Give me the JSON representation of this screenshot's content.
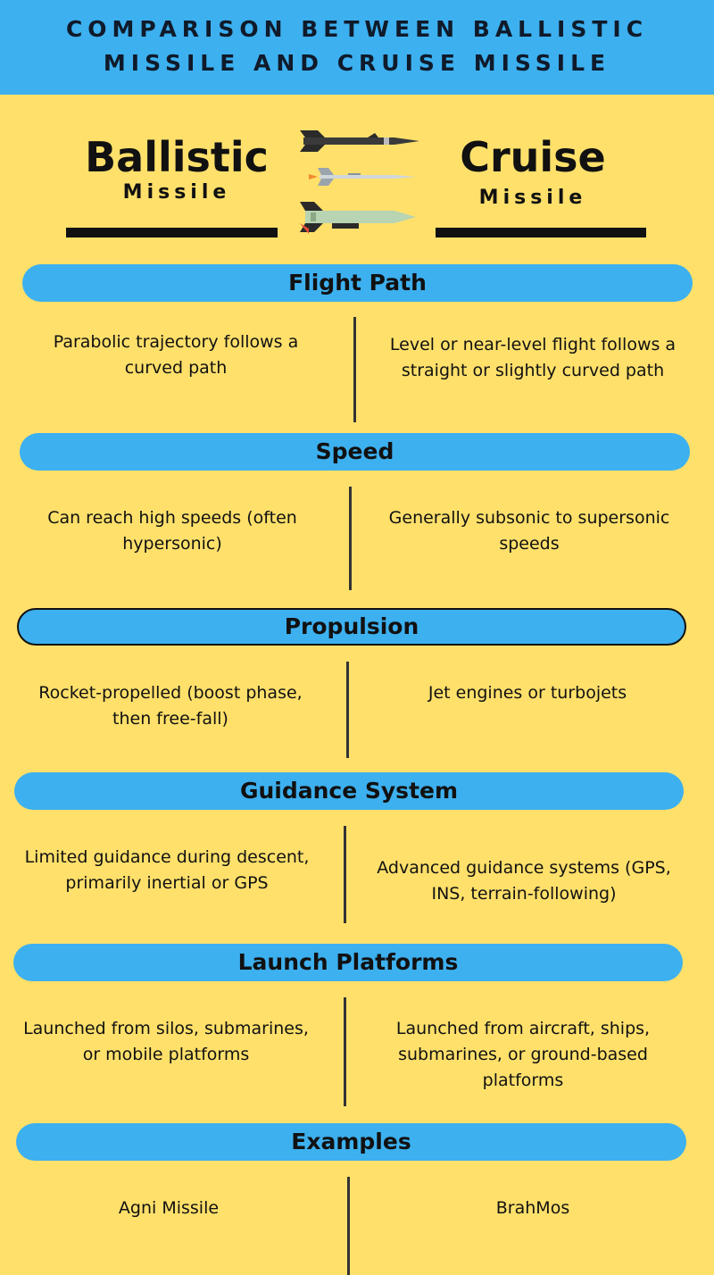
{
  "header": {
    "title_line1": "COMPARISON BETWEEN BALLISTIC",
    "title_line2": "MISSILE AND CRUISE MISSILE"
  },
  "left": {
    "title": "Ballistic",
    "subtitle": "Missile"
  },
  "right": {
    "title": "Cruise",
    "subtitle": "Missile"
  },
  "rows": [
    {
      "heading": "Flight Path",
      "left": "Parabolic trajectory follows a curved path",
      "right": "Level or near-level flight follows a straight or slightly curved path"
    },
    {
      "heading": "Speed",
      "left": "Can reach high speeds (often hypersonic)",
      "right": "Generally subsonic to supersonic speeds"
    },
    {
      "heading": "Propulsion",
      "left": "Rocket-propelled (boost phase, then free-fall)",
      "right": "Jet engines or turbojets"
    },
    {
      "heading": "Guidance System",
      "left": "Limited guidance during descent, primarily inertial or GPS",
      "right": "Advanced guidance systems (GPS, INS, terrain-following)"
    },
    {
      "heading": "Launch Platforms",
      "left": "Launched from silos, submarines, or mobile platforms",
      "right": "Launched from aircraft, ships, submarines, or ground-based platforms"
    },
    {
      "heading": "Examples",
      "left": "Agni Missile",
      "right": "BrahMos"
    }
  ],
  "colors": {
    "background": "#ffe06b",
    "accent": "#3db0ef",
    "dark": "#111111"
  },
  "icons": [
    "missile-icon-dark",
    "missile-icon-silver",
    "missile-icon-green"
  ]
}
